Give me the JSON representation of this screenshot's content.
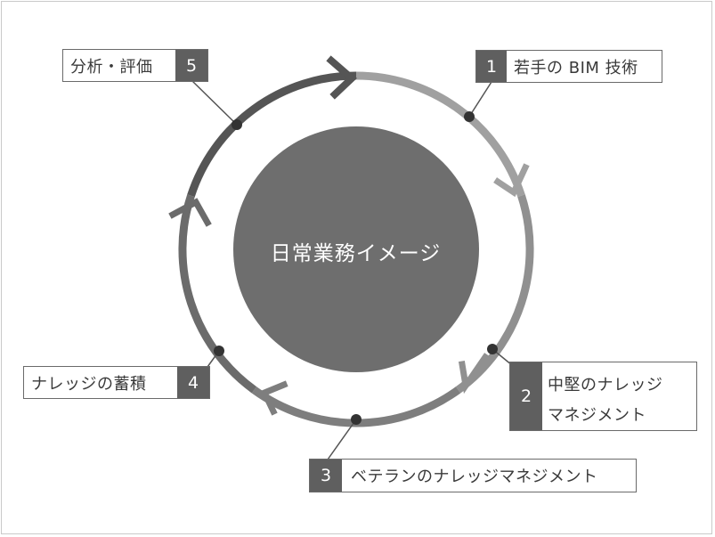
{
  "diagram": {
    "center_label": "日常業務イメージ",
    "steps": [
      {
        "number": "1",
        "label": "若手の BIM 技術"
      },
      {
        "number": "2",
        "label_line1": "中堅のナレッジ",
        "label_line2": "マネジメント"
      },
      {
        "number": "3",
        "label": "ベテランのナレッジマネジメント"
      },
      {
        "number": "4",
        "label": "ナレッジの蓄積"
      },
      {
        "number": "5",
        "label": "分析・評価"
      }
    ],
    "colors": {
      "arc1": "#9c9c9c",
      "arc2": "#8a8a8a",
      "arc3": "#7a7a7a",
      "arc4": "#6a6a6a",
      "arc5": "#555555",
      "center": "#6e6e6e",
      "badge": "#5f5f5f"
    }
  }
}
